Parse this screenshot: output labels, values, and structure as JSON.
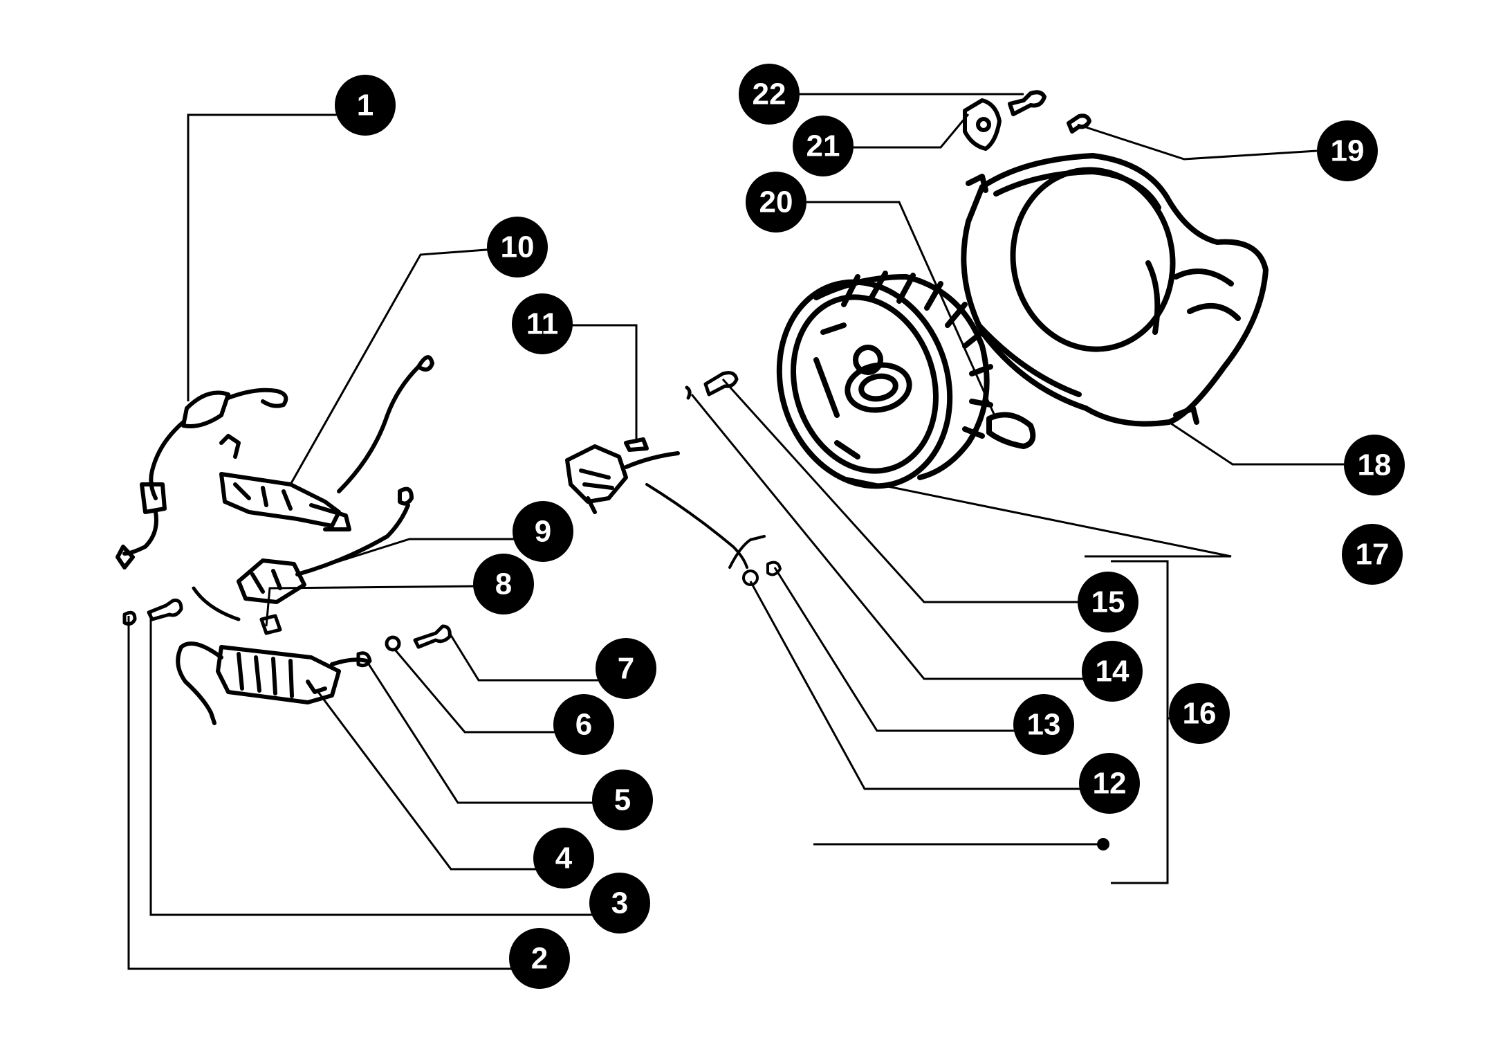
{
  "diagram": {
    "colors": {
      "ink": "#000000",
      "paper": "#ffffff",
      "callout_text": "#ffffff"
    },
    "callouts": [
      {
        "label": "1"
      },
      {
        "label": "2"
      },
      {
        "label": "3"
      },
      {
        "label": "4"
      },
      {
        "label": "5"
      },
      {
        "label": "6"
      },
      {
        "label": "7"
      },
      {
        "label": "8"
      },
      {
        "label": "9"
      },
      {
        "label": "10"
      },
      {
        "label": "11"
      },
      {
        "label": "12"
      },
      {
        "label": "13"
      },
      {
        "label": "14"
      },
      {
        "label": "15"
      },
      {
        "label": "16"
      },
      {
        "label": "17"
      },
      {
        "label": "18"
      },
      {
        "label": "19"
      },
      {
        "label": "20"
      },
      {
        "label": "21"
      },
      {
        "label": "22"
      }
    ]
  }
}
